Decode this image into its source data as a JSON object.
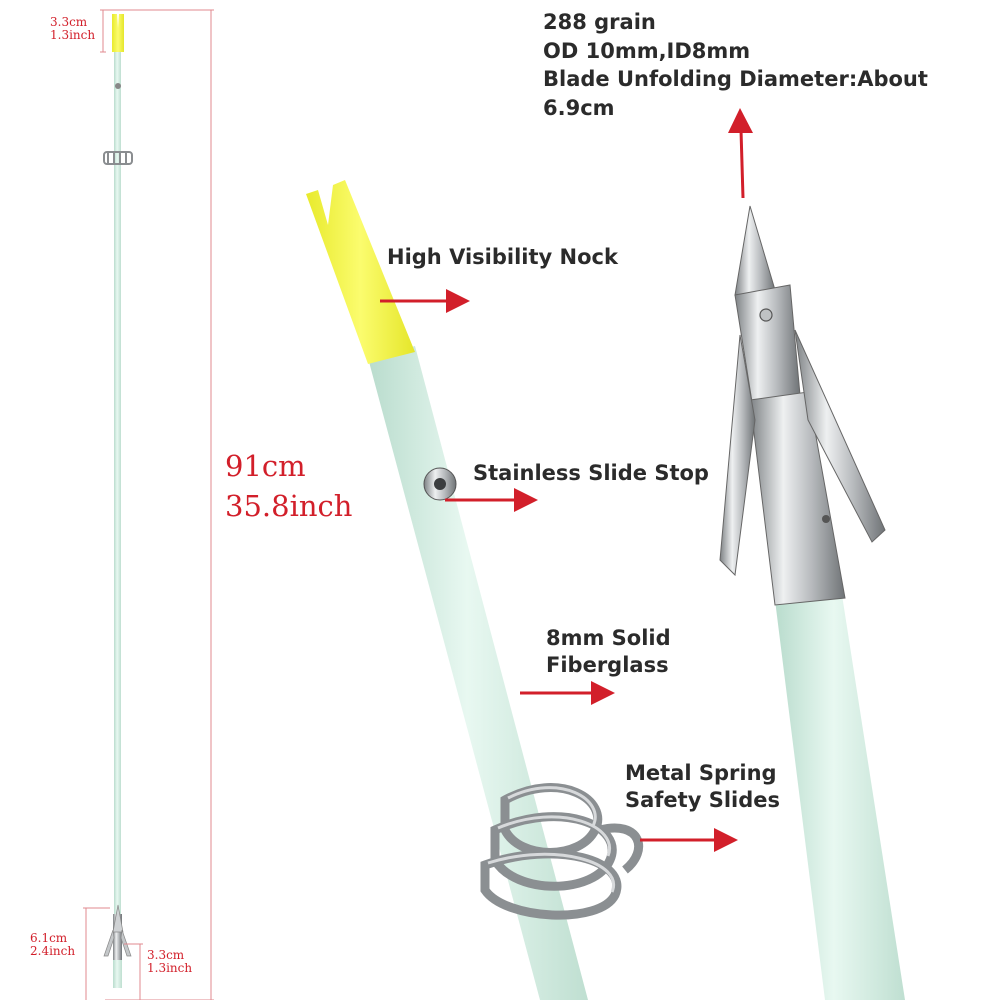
{
  "specs": {
    "text": "288 grain\nOD 10mm,ID8mm\nBlade Unfolding Diameter:About 6.9cm"
  },
  "callouts": {
    "nock": "High Visibility Nock",
    "slide_stop": "Stainless Slide Stop",
    "fiberglass": "8mm Solid\nFiberglass",
    "spring": "Metal Spring\nSafety Slides"
  },
  "dimensions": {
    "total_length": "91cm\n35.8inch",
    "nock_length": "3.3cm\n1.3inch",
    "tip_length": "6.1cm\n2.4inch",
    "barb_length": "3.3cm\n1.3inch"
  },
  "colors": {
    "accent": "#d21f2a",
    "shaft": "#dff3ea",
    "nock": "#f4f54a",
    "metal": "#c9ccce",
    "text": "#2b2b2b"
  }
}
